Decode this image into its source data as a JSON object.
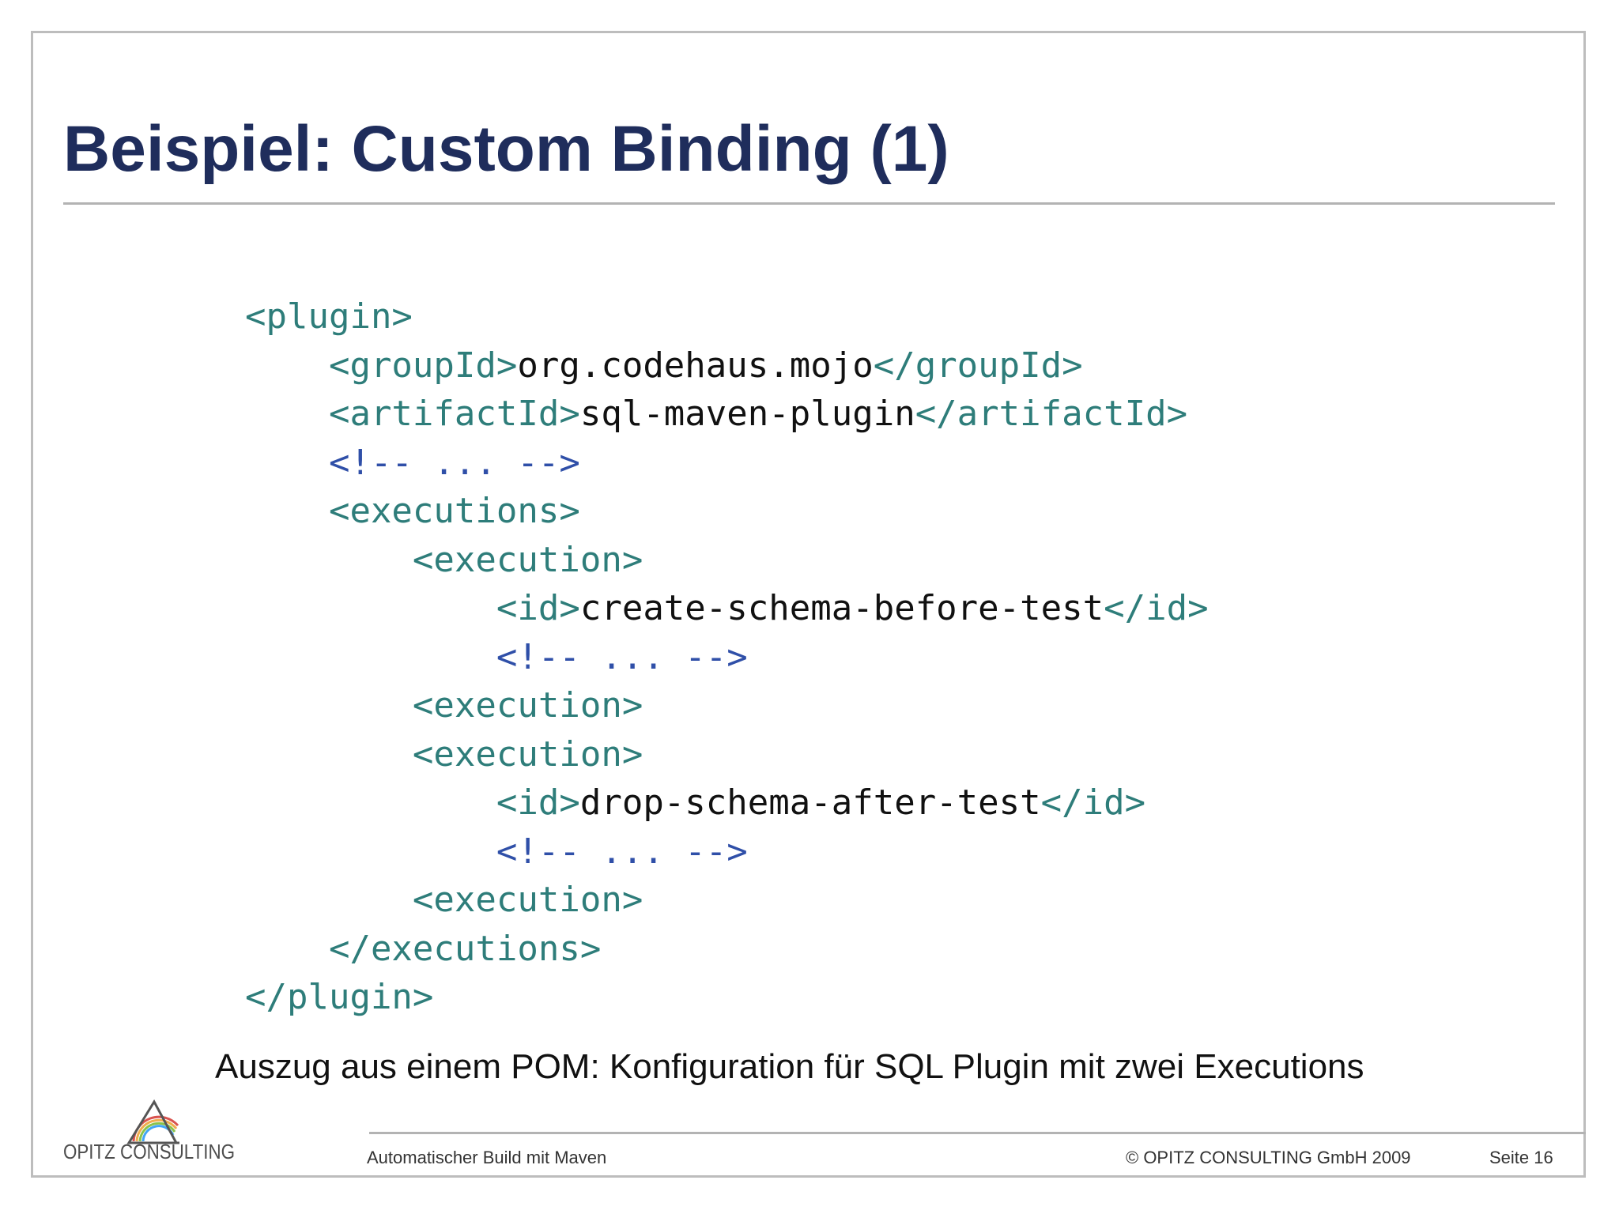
{
  "slide": {
    "title": "Beispiel: Custom Binding (1)",
    "code_lines": [
      [
        {
          "t": "<plugin>",
          "c": "tag"
        }
      ],
      [
        {
          "t": "    <groupId>",
          "c": "tag"
        },
        {
          "t": "org.codehaus.mojo",
          "c": "txt"
        },
        {
          "t": "</groupId>",
          "c": "tag"
        }
      ],
      [
        {
          "t": "    <artifactId>",
          "c": "tag"
        },
        {
          "t": "sql-maven-plugin",
          "c": "txt"
        },
        {
          "t": "</artifactId>",
          "c": "tag"
        }
      ],
      [
        {
          "t": "    <!-- ... -->",
          "c": "cmt"
        }
      ],
      [
        {
          "t": "    <executions>",
          "c": "tag"
        }
      ],
      [
        {
          "t": "        <execution>",
          "c": "tag"
        }
      ],
      [
        {
          "t": "            <id>",
          "c": "tag"
        },
        {
          "t": "create-schema-before-test",
          "c": "txt"
        },
        {
          "t": "</id>",
          "c": "tag"
        }
      ],
      [
        {
          "t": "            <!-- ... -->",
          "c": "cmt"
        }
      ],
      [
        {
          "t": "        <execution>",
          "c": "tag"
        }
      ],
      [
        {
          "t": "        <execution>",
          "c": "tag"
        }
      ],
      [
        {
          "t": "            <id>",
          "c": "tag"
        },
        {
          "t": "drop-schema-after-test",
          "c": "txt"
        },
        {
          "t": "</id>",
          "c": "tag"
        }
      ],
      [
        {
          "t": "            <!-- ... -->",
          "c": "cmt"
        }
      ],
      [
        {
          "t": "        <execution>",
          "c": "tag"
        }
      ],
      [
        {
          "t": "    </executions>",
          "c": "tag"
        }
      ],
      [
        {
          "t": "</plugin>",
          "c": "tag"
        }
      ]
    ],
    "caption": "Auszug aus einem POM: Konfiguration für SQL Plugin mit zwei Executions"
  },
  "footer": {
    "logo_text": "OPITZ CONSULTING",
    "logo_icon": "opitz-rainbow-triangle-logo",
    "left": "Automatischer Build mit Maven",
    "copyright": "© OPITZ CONSULTING GmbH 2009",
    "page": "Seite 16"
  },
  "colors": {
    "title": "#1f2d5c",
    "tag": "#2e7d7a",
    "text": "#111111",
    "comment": "#2f4fa8"
  }
}
